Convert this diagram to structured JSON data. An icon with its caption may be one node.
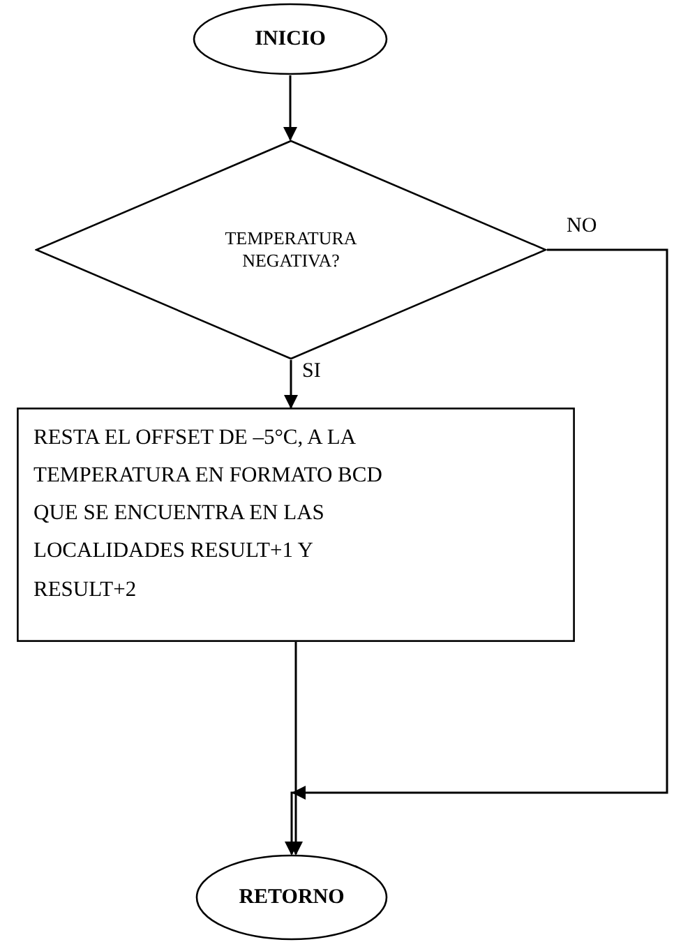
{
  "diagram": {
    "nodes": [
      {
        "text": [
          "INICIO"
        ]
      },
      {
        "text": [
          "TEMPERATURA NEGATIVA?"
        ]
      },
      {
        "text": [
          "RESTA EL OFFSET DE –5°C, A LA TEMPERATURA EN FORMATO BCD QUE SE ENCUENTRA EN LAS LOCALIDADES RESULT+1 Y RESULT+2"
        ]
      },
      {
        "text": [
          "RETORNO"
        ]
      }
    ],
    "edges": [
      {
        "from": 0,
        "to": 1,
        "arrow": "to"
      },
      {
        "from": 1,
        "to": 2,
        "arrow": "to",
        "label": "SI"
      },
      {
        "from": 1,
        "to": 3,
        "arrow": "to",
        "label": "NO"
      },
      {
        "from": 2,
        "to": 3,
        "arrow": "to"
      }
    ]
  }
}
